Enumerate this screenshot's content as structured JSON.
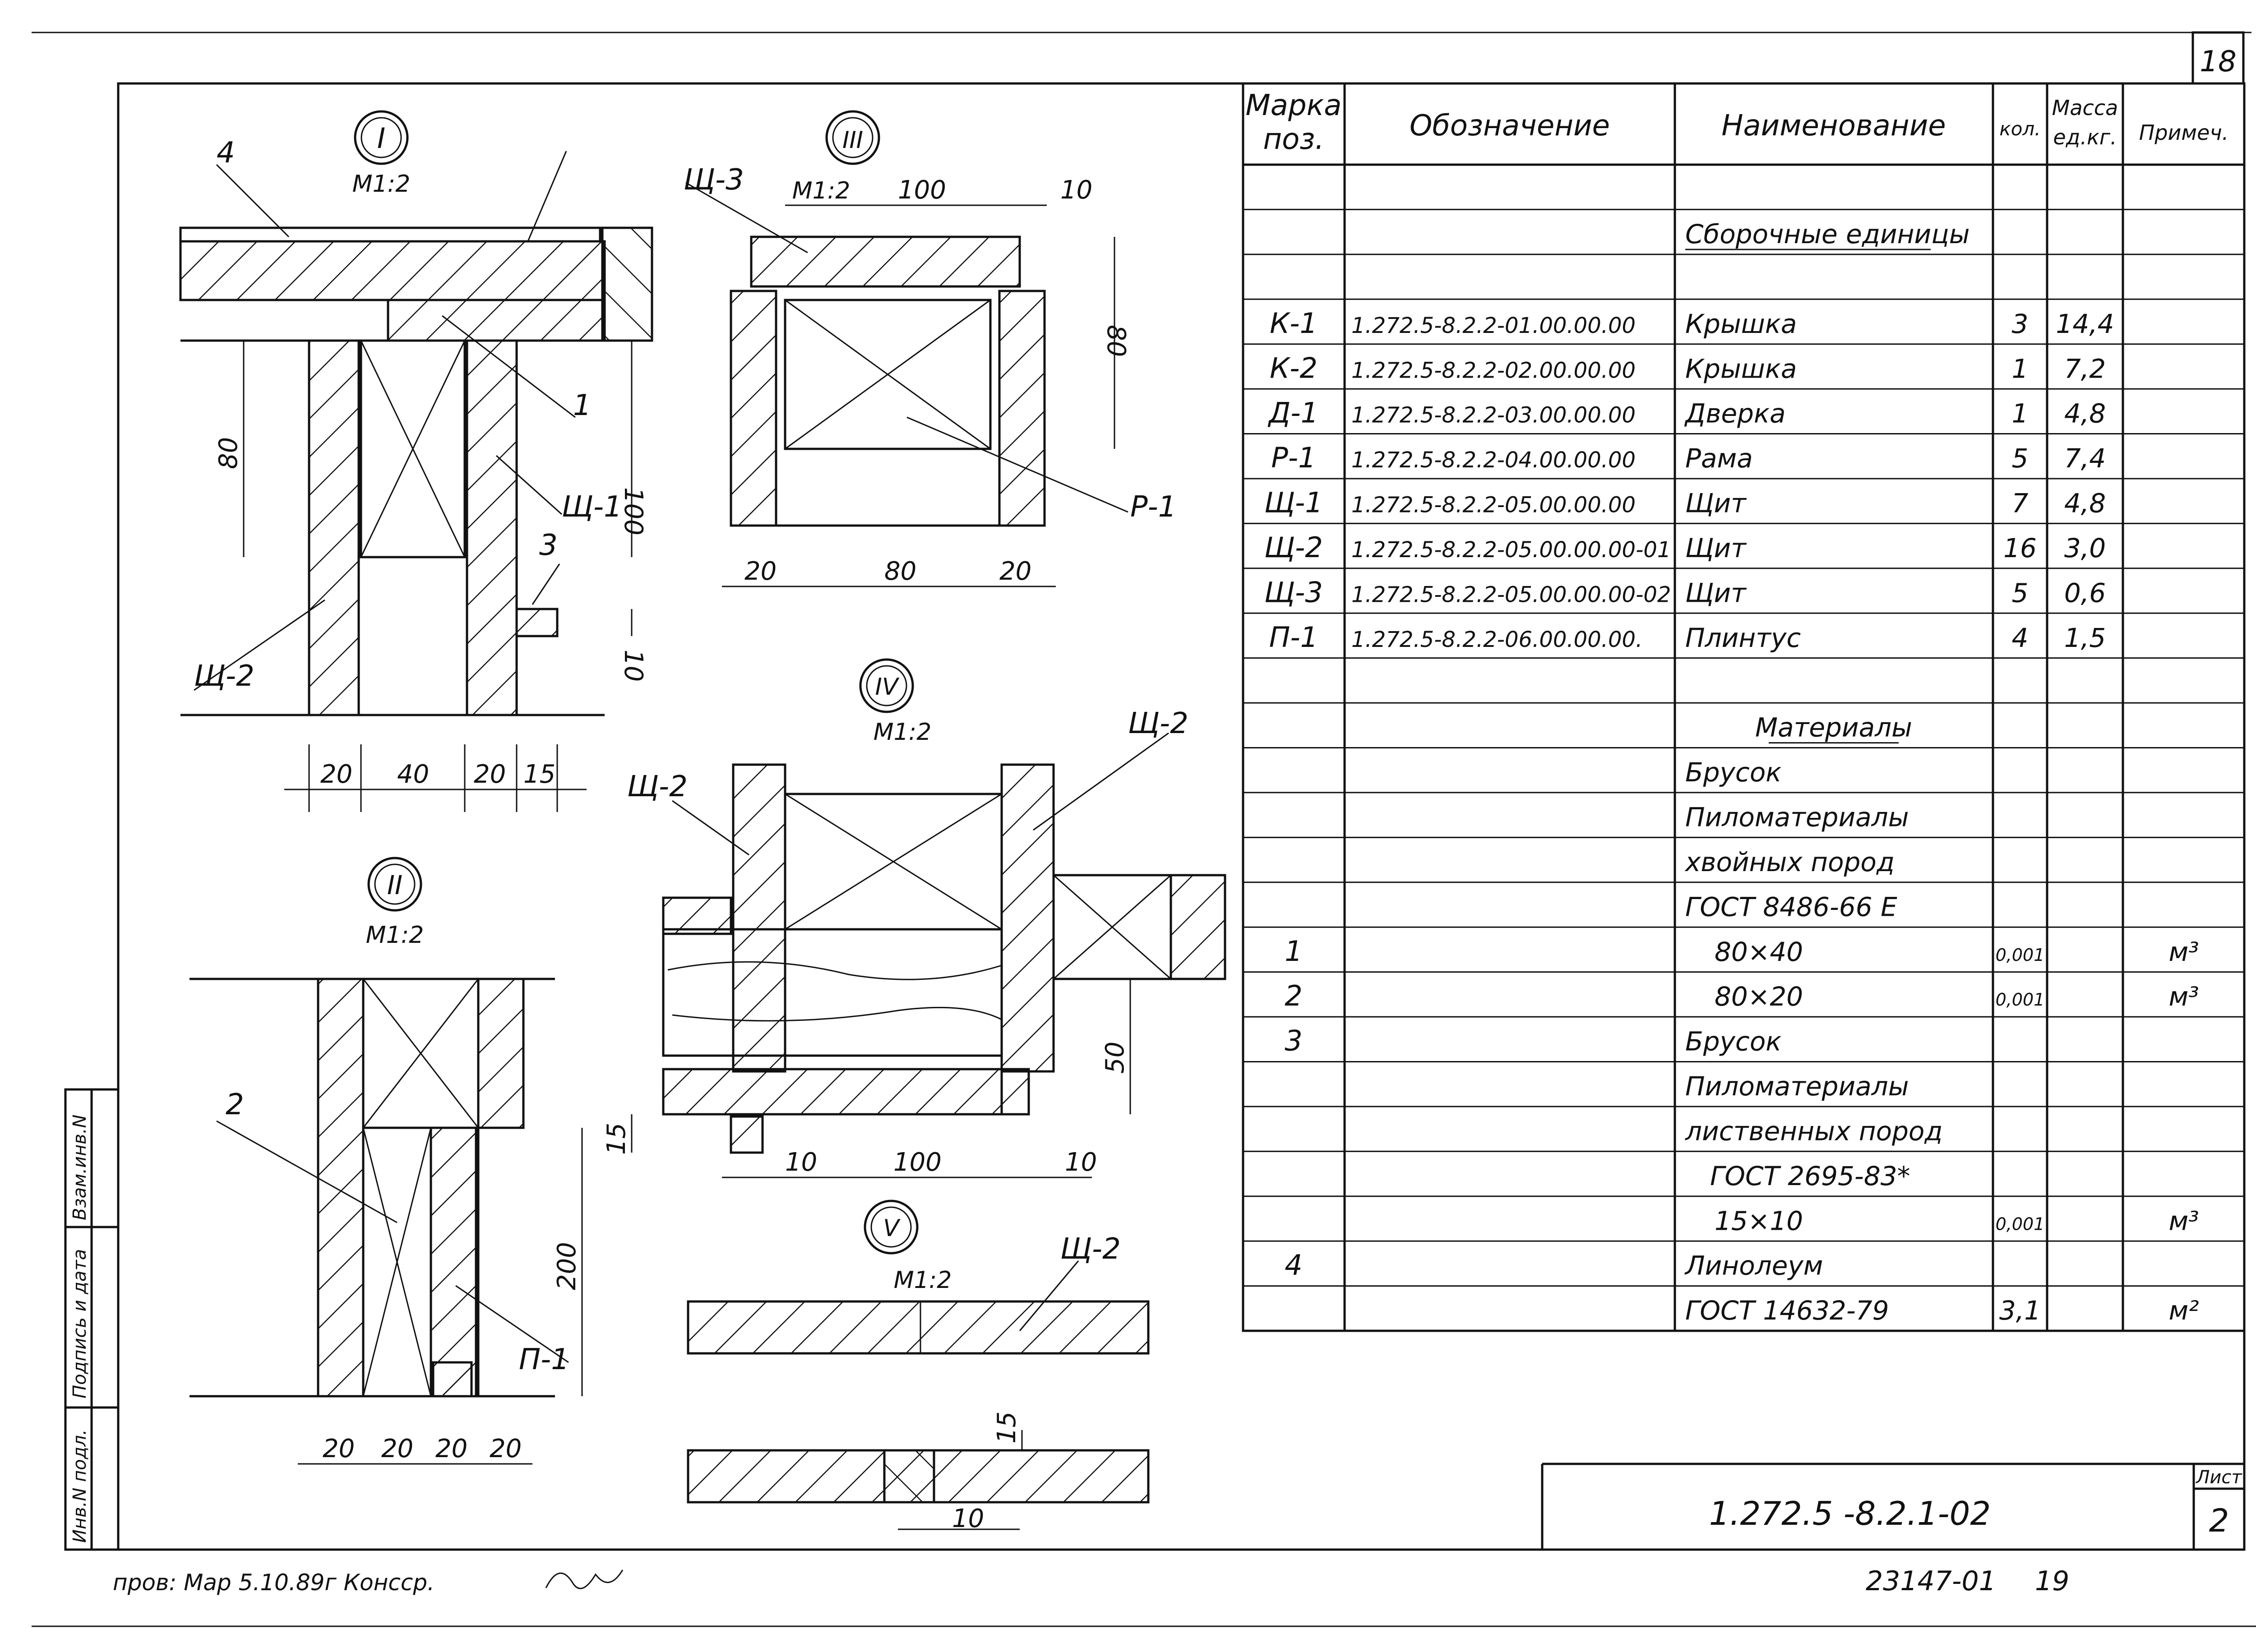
{
  "sheet_number": "18",
  "header": {
    "mark": [
      "Марка",
      "поз."
    ],
    "designation": "Обозначение",
    "name": "Наименование",
    "qty": "кол.",
    "mass": [
      "Масса",
      "ед.кг."
    ],
    "note": "Примеч."
  },
  "rows": [
    {
      "mark": "",
      "designation": "",
      "name": "Сборочные единицы",
      "qty": "",
      "mass": "",
      "note": "",
      "underline": true
    },
    {
      "mark": "К-1",
      "designation": "1.272.5-8.2.2-01.00.00.00",
      "name": "Крышка",
      "qty": "3",
      "mass": "14,4",
      "note": ""
    },
    {
      "mark": "К-2",
      "designation": "1.272.5-8.2.2-02.00.00.00",
      "name": "Крышка",
      "qty": "1",
      "mass": "7,2",
      "note": ""
    },
    {
      "mark": "Д-1",
      "designation": "1.272.5-8.2.2-03.00.00.00",
      "name": "Дверка",
      "qty": "1",
      "mass": "4,8",
      "note": ""
    },
    {
      "mark": "Р-1",
      "designation": "1.272.5-8.2.2-04.00.00.00",
      "name": "Рама",
      "qty": "5",
      "mass": "7,4",
      "note": ""
    },
    {
      "mark": "Щ-1",
      "designation": "1.272.5-8.2.2-05.00.00.00",
      "name": "Щит",
      "qty": "7",
      "mass": "4,8",
      "note": ""
    },
    {
      "mark": "Щ-2",
      "designation": "1.272.5-8.2.2-05.00.00.00-01",
      "name": "Щит",
      "qty": "16",
      "mass": "3,0",
      "note": ""
    },
    {
      "mark": "Щ-3",
      "designation": "1.272.5-8.2.2-05.00.00.00-02",
      "name": "Щит",
      "qty": "5",
      "mass": "0,6",
      "note": ""
    },
    {
      "mark": "П-1",
      "designation": "1.272.5-8.2.2-06.00.00.00.",
      "name": "Плинтус",
      "qty": "4",
      "mass": "1,5",
      "note": ""
    },
    {
      "mark": "",
      "designation": "",
      "name": "Материалы",
      "qty": "",
      "mass": "",
      "note": "",
      "underline": true,
      "center": true
    },
    {
      "mark": "",
      "designation": "",
      "name": "Брусок",
      "qty": "",
      "mass": "",
      "note": ""
    },
    {
      "mark": "",
      "designation": "",
      "name": "Пиломатериалы",
      "qty": "",
      "mass": "",
      "note": ""
    },
    {
      "mark": "",
      "designation": "",
      "name": "хвойных пород",
      "qty": "",
      "mass": "",
      "note": ""
    },
    {
      "mark": "",
      "designation": "",
      "name": "ГОСТ 8486-66 Е",
      "qty": "",
      "mass": "",
      "note": ""
    },
    {
      "mark": "1",
      "designation": "",
      "name": "80×40",
      "qty": "0,001",
      "mass": "",
      "note": "м³"
    },
    {
      "mark": "2",
      "designation": "",
      "name": "80×20",
      "qty": "0,001",
      "mass": "",
      "note": "м³"
    },
    {
      "mark": "3",
      "designation": "",
      "name": "Брусок",
      "qty": "",
      "mass": "",
      "note": ""
    },
    {
      "mark": "",
      "designation": "",
      "name": "Пиломатериалы",
      "qty": "",
      "mass": "",
      "note": ""
    },
    {
      "mark": "",
      "designation": "",
      "name": "лиственных пород",
      "qty": "",
      "mass": "",
      "note": ""
    },
    {
      "mark": "",
      "designation": "",
      "name": "ГОСТ 2695-83*",
      "qty": "",
      "mass": "",
      "note": ""
    },
    {
      "mark": "",
      "designation": "",
      "name": "15×10",
      "qty": "0,001",
      "mass": "",
      "note": "м³"
    },
    {
      "mark": "4",
      "designation": "",
      "name": "Линолеум",
      "qty": "",
      "mass": "",
      "note": ""
    },
    {
      "mark": "",
      "designation": "",
      "name": "ГОСТ 14632-79",
      "qty": "3,1",
      "mass": "",
      "note": "м²"
    }
  ],
  "title_block": {
    "code": "1.272.5 -8.2.1-02",
    "list_label": "Лист",
    "list_number": "2",
    "bottom_number": "23147-01",
    "bottom_page": "19"
  },
  "side_stamp": [
    "Инв.N подл.",
    "Подпись и дата",
    "Взам.инв.N"
  ],
  "signature_line": "пров:  Мар     5.10.89г  Консср.",
  "views": {
    "I": {
      "numeral": "I",
      "scale": "М1:2",
      "labels": [
        "4",
        "1",
        "Щ-1",
        "Щ-2",
        "3"
      ],
      "dims": [
        "80",
        "100",
        "10",
        "20",
        "40",
        "20",
        "15"
      ]
    },
    "II": {
      "numeral": "II",
      "scale": "М1:2",
      "labels": [
        "2",
        "П-1"
      ],
      "dims": [
        "200",
        "20",
        "20",
        "20",
        "20"
      ]
    },
    "III": {
      "numeral": "III",
      "scale": "М1:2",
      "labels": [
        "Щ-3",
        "Р-1"
      ],
      "dims": [
        "100",
        "10",
        "80",
        "20",
        "80",
        "20"
      ]
    },
    "IV": {
      "numeral": "IV",
      "scale": "М1:2",
      "labels": [
        "Щ-2",
        "Щ-2"
      ],
      "dims": [
        "50",
        "15",
        "10",
        "100",
        "10"
      ]
    },
    "V": {
      "numeral": "V",
      "scale": "М1:2",
      "labels": [
        "Щ-2"
      ],
      "dims": [
        "15",
        "10"
      ]
    }
  }
}
